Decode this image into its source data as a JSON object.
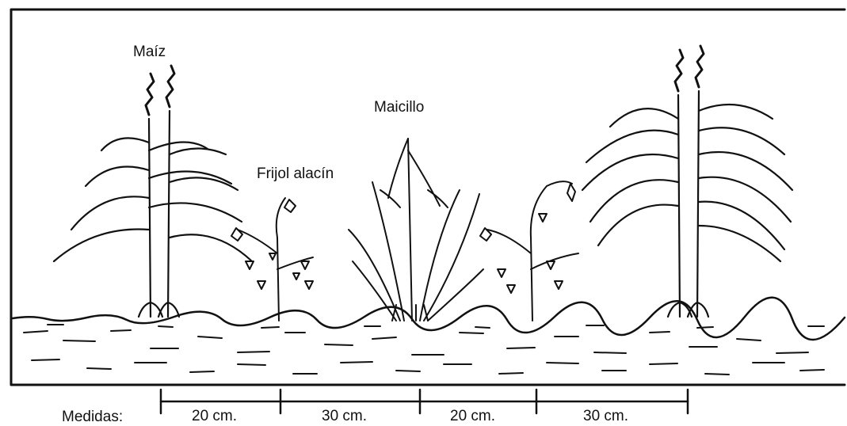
{
  "labels": {
    "maiz": "Maíz",
    "frijol": "Frijol alacín",
    "maicillo": "Maicillo"
  },
  "measures": {
    "title": "Medidas:",
    "segments": [
      "20 cm.",
      "30 cm.",
      "20 cm.",
      "30 cm."
    ]
  },
  "colors": {
    "ink": "#111111",
    "paper": "#ffffff"
  }
}
